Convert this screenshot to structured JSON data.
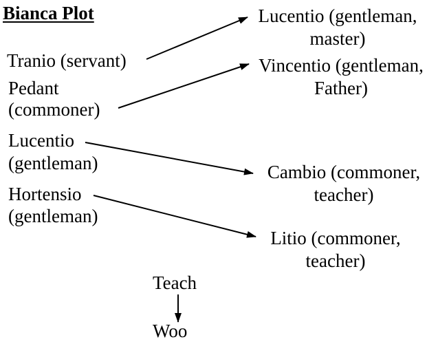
{
  "title": "Bianca Plot",
  "left": {
    "tranio": "Tranio (servant)",
    "pedant_line1": "Pedant",
    "pedant_line2": "(commoner)",
    "lucentio_line1": "Lucentio",
    "lucentio_line2": "(gentleman)",
    "hortensio_line1": "Hortensio",
    "hortensio_line2": "(gentleman)"
  },
  "right": {
    "lucentio_line1": "Lucentio (gentleman,",
    "lucentio_line2": "master)",
    "vincentio_line1": "Vincentio (gentleman,",
    "vincentio_line2": "Father)",
    "cambio_line1": "Cambio (commoner,",
    "cambio_line2": "teacher)",
    "litio_line1": "Litio (commoner,",
    "litio_line2": "teacher)"
  },
  "bottom": {
    "teach": "Teach",
    "woo": "Woo"
  },
  "colors": {
    "text": "#000000",
    "background": "#ffffff"
  }
}
